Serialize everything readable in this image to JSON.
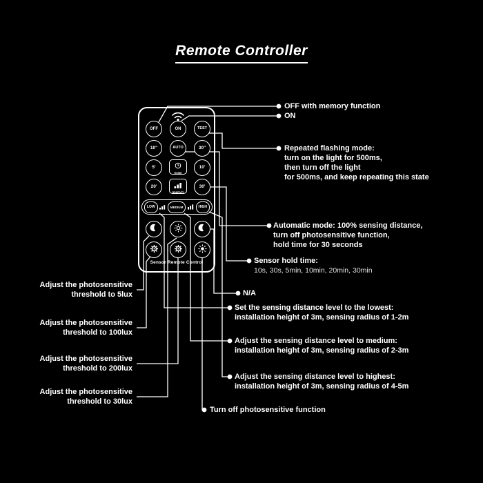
{
  "title": "Remote Controller",
  "colors": {
    "background": "#000000",
    "foreground": "#ffffff"
  },
  "icons": {
    "wifi-icon": "signal arcs above power buttons",
    "clock-icon": "timer clock on HOME button",
    "signal-bars-icon": "ascending bars (sensitivity level)",
    "moon-icon": "crescent moon (night / lux threshold)",
    "sun-icon": "sun (daylight / photosensitive off)",
    "gear-icon": "gear (lux setting)"
  },
  "remote": {
    "footer": "Sensor Remote Control",
    "buttons": {
      "off": "OFF",
      "on": "ON",
      "test": "TEST",
      "t10s": "10\"",
      "auto": "AUTO",
      "t30s": "30\"",
      "t5m": "5'",
      "home": "HOME",
      "t10m": "10'",
      "t20m": "20'",
      "sensitivity": "SENSITIVITY",
      "t30m": "30'",
      "low": "LOW",
      "medium": "MEDIUM",
      "high": "HIGH"
    }
  },
  "annotations_right": [
    {
      "lines": [
        "OFF with memory function"
      ]
    },
    {
      "lines": [
        "ON"
      ]
    },
    {
      "lines": [
        "Repeated flashing mode:",
        "turn on the light for 500ms,",
        "then turn off the light",
        "for 500ms, and keep repeating this state"
      ]
    },
    {
      "lines": [
        "Automatic mode: 100% sensing distance,",
        "turn off photosensitive function,",
        "hold time for 30 seconds"
      ]
    },
    {
      "lines": [
        "Sensor hold time:",
        "10s, 30s, 5min, 10min, 20min, 30min"
      ]
    },
    {
      "lines": [
        "N/A"
      ]
    },
    {
      "lines": [
        "Set the sensing distance level to the lowest:",
        "installation height of 3m, sensing radius of 1-2m"
      ]
    },
    {
      "lines": [
        "Adjust the sensing distance level to medium:",
        "installation height of 3m, sensing radius of 2-3m"
      ]
    },
    {
      "lines": [
        "Adjust the sensing distance level to highest:",
        "installation height of 3m, sensing radius of 4-5m"
      ]
    },
    {
      "lines": [
        "Turn off photosensitive function"
      ]
    }
  ],
  "annotations_left": [
    {
      "lines": [
        "Adjust the photosensitive",
        "threshold to 5lux"
      ]
    },
    {
      "lines": [
        "Adjust the photosensitive",
        "threshold to 100lux"
      ]
    },
    {
      "lines": [
        "Adjust the photosensitive",
        "threshold to 200lux"
      ]
    },
    {
      "lines": [
        "Adjust the photosensitive",
        "threshold to 30lux"
      ]
    }
  ]
}
